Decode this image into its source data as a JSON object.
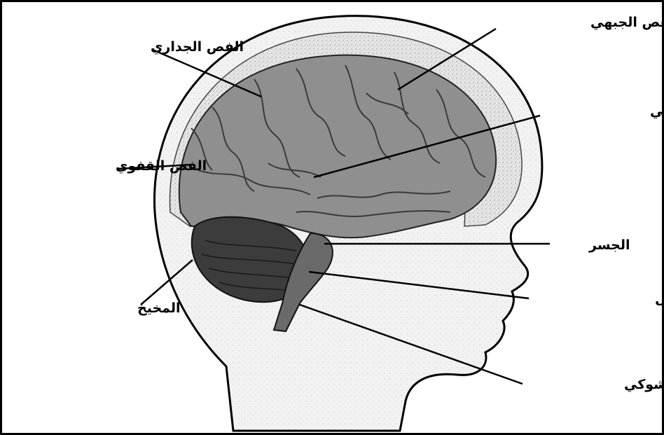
{
  "diagram": {
    "labels": {
      "frontal_lobe": "الفص الجبهي",
      "parietal_lobe": "الفص الجداري",
      "temporal_lobe": "الفص الصدغي",
      "occipital_lobe": "الفص القفوي",
      "pons": "الجسر",
      "cerebellum": "المخيخ",
      "medulla_oblongata": "النخاع المستطيل",
      "spinal_cord": "الحبل الشوكي"
    }
  }
}
